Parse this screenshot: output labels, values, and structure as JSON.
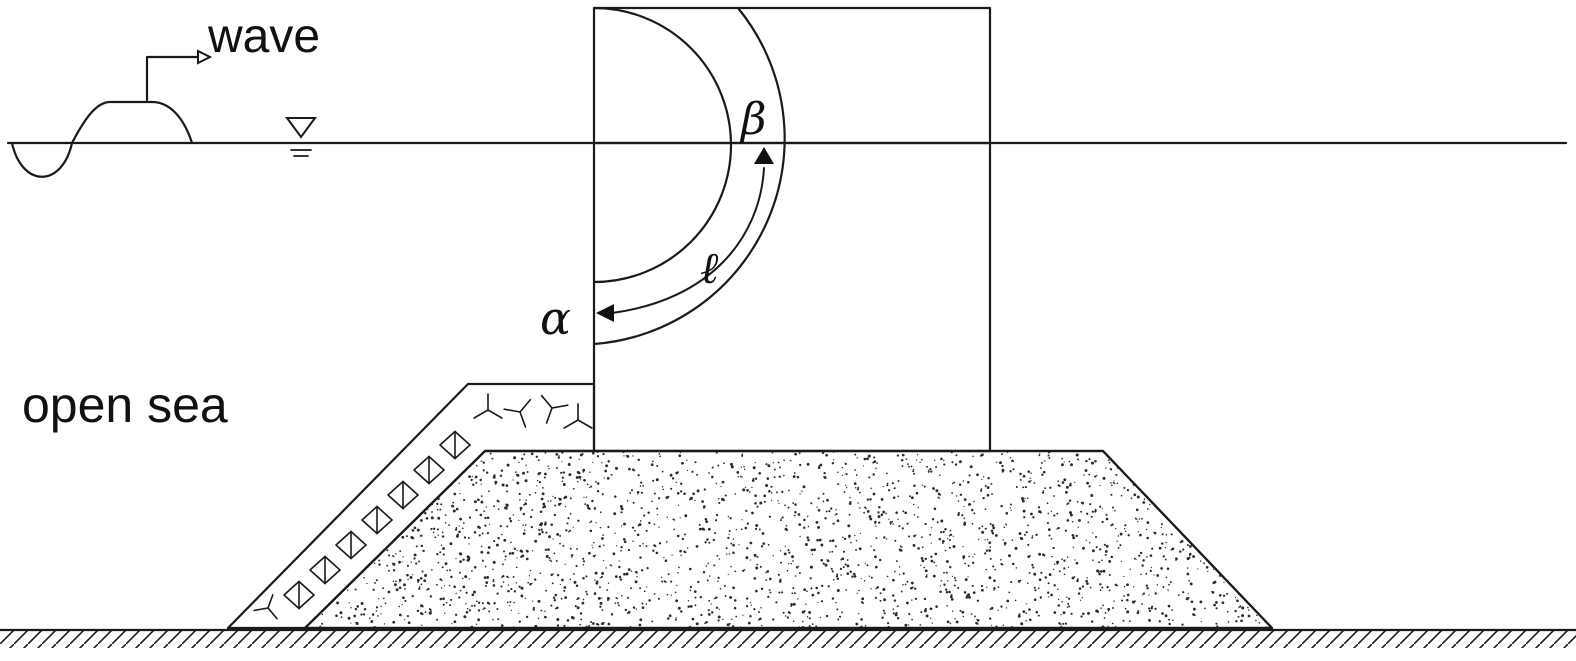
{
  "labels": {
    "wave": "wave",
    "open_sea": "open sea",
    "alpha": "α",
    "beta": "β",
    "ell": "ℓ"
  },
  "colors": {
    "line": "#1a1a1a",
    "background": "#ffffff"
  },
  "icons": {
    "still_water_level": "still-water-level-icon",
    "wave_direction": "arrow-right-icon"
  }
}
